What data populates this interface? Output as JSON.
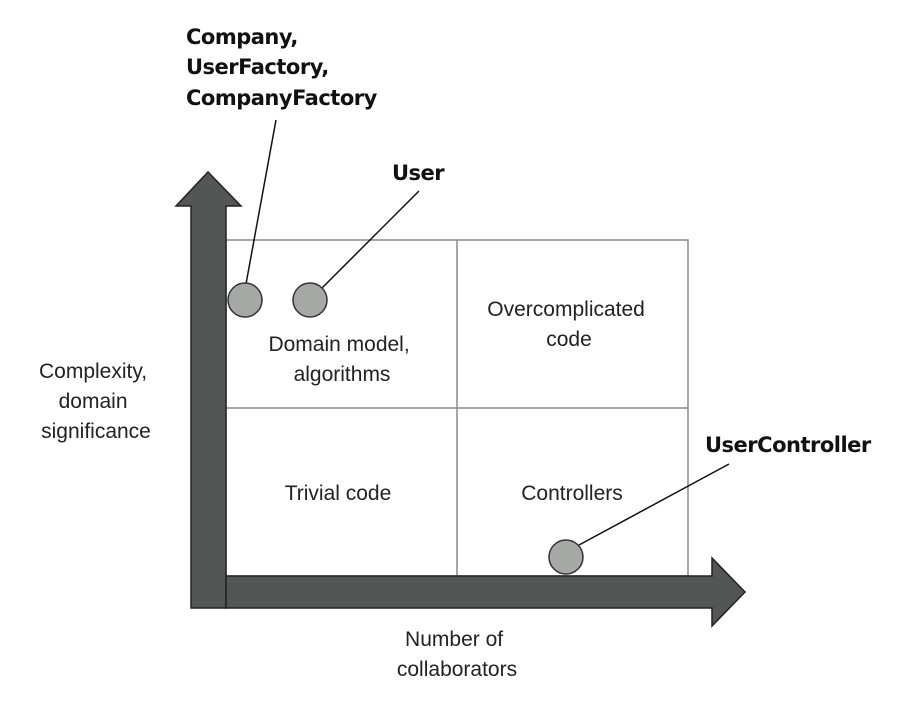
{
  "diagram": {
    "axes": {
      "y_label": [
        "Complexity,",
        "domain",
        "significance"
      ],
      "x_label": [
        "Number of",
        "collaborators"
      ]
    },
    "quadrants": {
      "top_left": [
        "Domain model,",
        "algorithms"
      ],
      "top_right": [
        "Overcomplicated",
        "code"
      ],
      "bottom_left": [
        "Trivial code"
      ],
      "bottom_right": [
        "Controllers"
      ]
    },
    "callouts": [
      {
        "lines": [
          "Company,",
          "UserFactory,",
          "CompanyFactory"
        ],
        "quadrant": "Domain model, algorithms"
      },
      {
        "lines": [
          "User"
        ],
        "quadrant": "Domain model, algorithms"
      },
      {
        "lines": [
          "UserController"
        ],
        "quadrant": "Controllers"
      }
    ],
    "colors": {
      "arrow_fill": "#545655",
      "arrow_stroke": "#222222",
      "grid_line": "#888888",
      "dot_fill": "#a6a8a6",
      "dot_stroke": "#333333"
    }
  }
}
